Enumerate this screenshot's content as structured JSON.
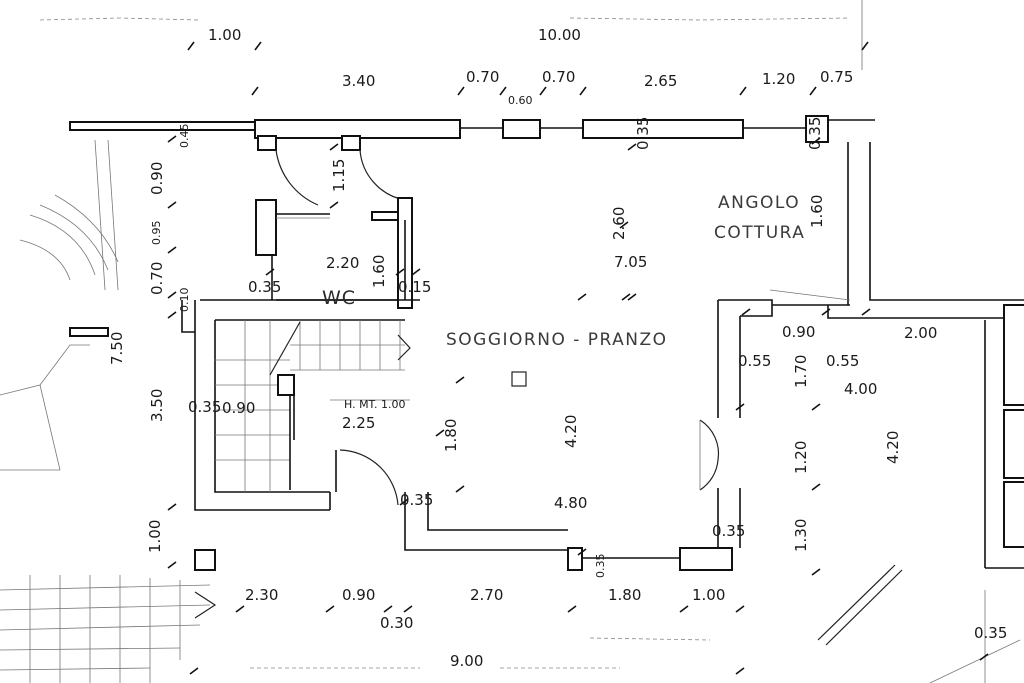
{
  "rooms": {
    "wc": "WC",
    "soggiorno": "SOGGIORNO - PRANZO",
    "angolo_line1": "ANGOLO",
    "angolo_line2": "COTTURA",
    "stair_note": "H. MT. 1.00"
  },
  "dims": {
    "top_1_00": "1.00",
    "top_10_00": "10.00",
    "top_3_40": "3.40",
    "top_0_70a": "0.70",
    "top_0_70b": "0.70",
    "top_0_60": "0.60",
    "top_2_65": "2.65",
    "top_1_20": "1.20",
    "top_0_75": "0.75",
    "v_0_45": "0.45",
    "v_0_35a": "0.35",
    "v_0_35b": "0.35",
    "left_0_90": "0.90",
    "left_0_95": "0.95",
    "left_0_70": "0.70",
    "left_0_10": "0.10",
    "v_1_15": "1.15",
    "v_2_60": "2.60",
    "v_1_60_right": "1.60",
    "wc_2_20": "2.20",
    "wc_1_60": "1.60",
    "wc_0_35": "0.35",
    "wc_0_15": "0.15",
    "room_7_05": "7.05",
    "left_7_50": "7.50",
    "left_3_50": "3.50",
    "stair_0_35": "0.35",
    "stair_0_90": "0.90",
    "stair_2_25": "2.25",
    "v_1_80": "1.80",
    "v_4_20": "4.20",
    "room_4_80": "4.80",
    "door_0_35a": "0.35",
    "door_0_35b": "0.35",
    "bottom_0_35": "0.35",
    "left_1_00": "1.00",
    "r_0_90": "0.90",
    "r_0_55a": "0.55",
    "r_0_55b": "0.55",
    "r_1_70": "1.70",
    "r_2_00": "2.00",
    "r_4_00": "4.00",
    "r_1_20": "1.20",
    "r_4_20": "4.20",
    "r_1_30": "1.30",
    "b_2_30": "2.30",
    "b_0_90": "0.90",
    "b_0_30": "0.30",
    "b_2_70": "2.70",
    "b_1_80": "1.80",
    "b_1_00": "1.00",
    "b_9_00": "9.00",
    "right_0_35": "0.35"
  }
}
